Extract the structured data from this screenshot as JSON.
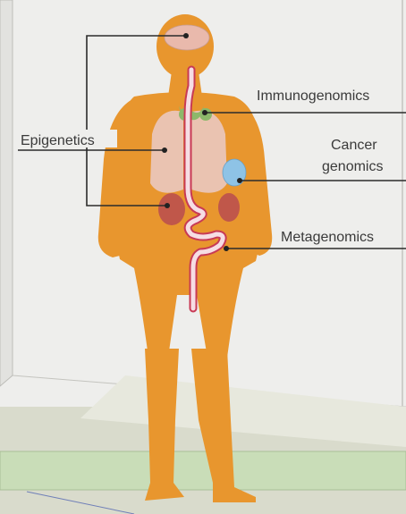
{
  "labels": {
    "immunogenomics": "Immunogenomics",
    "epigenetics": "Epigenetics",
    "cancer_line1": "Cancer",
    "cancer_line2": "genomics",
    "metagenomics": "Metagenomics"
  },
  "colors": {
    "body": "#E8962E",
    "room_back": "#EEEEEC",
    "room_side": "#E2E2DF",
    "floor": "#D9DBCC",
    "floor_band": "#C9DDB8",
    "brain": "#E9B9AC",
    "lungs": "#EAC3B1",
    "thyroid": "#8DB86A",
    "kidney": "#C0574A",
    "organ_blue": "#8EC3E6",
    "gut_fill": "#F6DDE4",
    "gut_outline": "#C83A55",
    "leader_line": "#2b2b2b",
    "point": "#222222"
  }
}
